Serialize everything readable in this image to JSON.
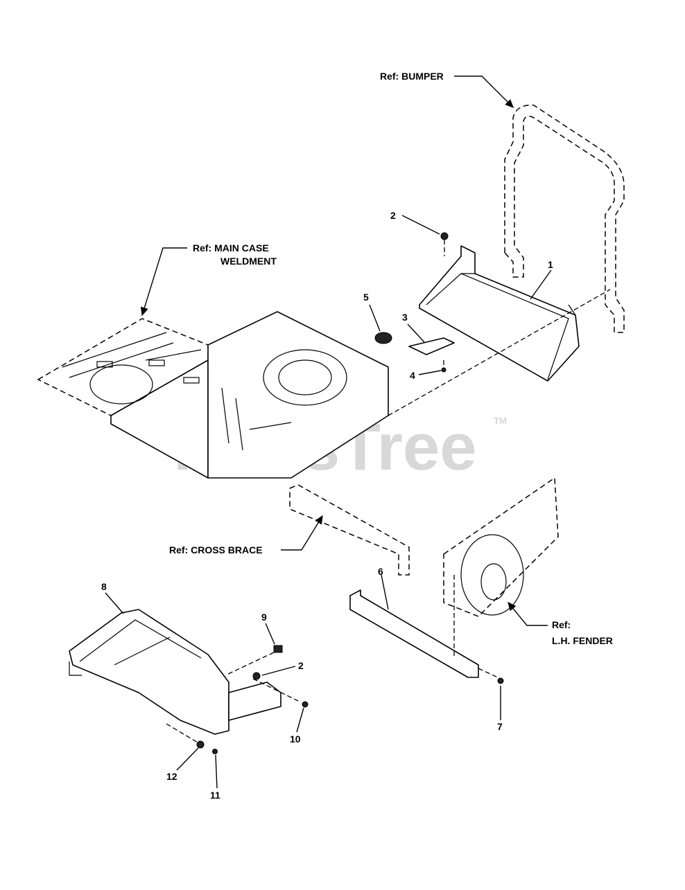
{
  "watermark": {
    "text": "PartsTree",
    "tm": "TM"
  },
  "references": {
    "bumper": "Ref: BUMPER",
    "main_case_line1": "Ref: MAIN CASE",
    "main_case_line2": "WELDMENT",
    "cross_brace": "Ref: CROSS BRACE",
    "fender_line1": "Ref:",
    "fender_line2": "L.H. FENDER"
  },
  "callouts": {
    "c1": "1",
    "c2_top": "2",
    "c3": "3",
    "c4": "4",
    "c5": "5",
    "c6": "6",
    "c7": "7",
    "c8": "8",
    "c9": "9",
    "c2_low": "2",
    "c10": "10",
    "c11": "11",
    "c12": "12"
  }
}
